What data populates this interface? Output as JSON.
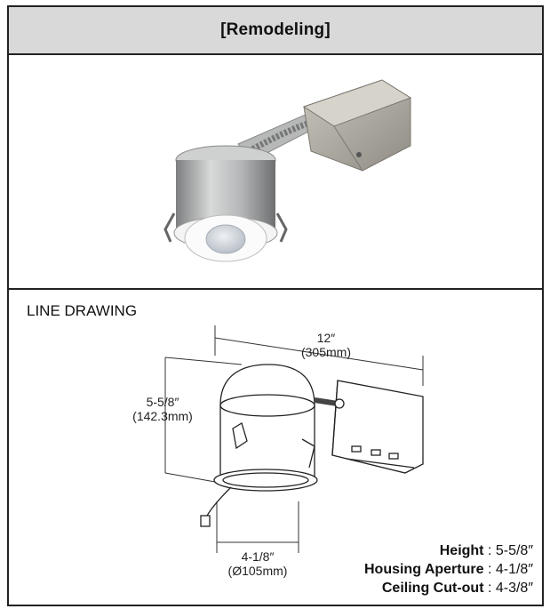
{
  "header": {
    "title": "[Remodeling]"
  },
  "drawing": {
    "section_label": "LINE DRAWING",
    "dims": {
      "length_in": "12″",
      "length_mm": "(305mm)",
      "height_in": "5-5/8″",
      "height_mm": "(142.3mm)",
      "aperture_in": "4-1/8″",
      "aperture_mm": "(Ø105mm)"
    }
  },
  "specs": [
    {
      "label": "Height",
      "sep": " : ",
      "value": "5-5/8″"
    },
    {
      "label": "Housing Aperture",
      "sep": " : ",
      "value": "4-1/8″"
    },
    {
      "label": "Ceiling Cut-out",
      "sep": " : ",
      "value": "4-3/8″"
    }
  ]
}
